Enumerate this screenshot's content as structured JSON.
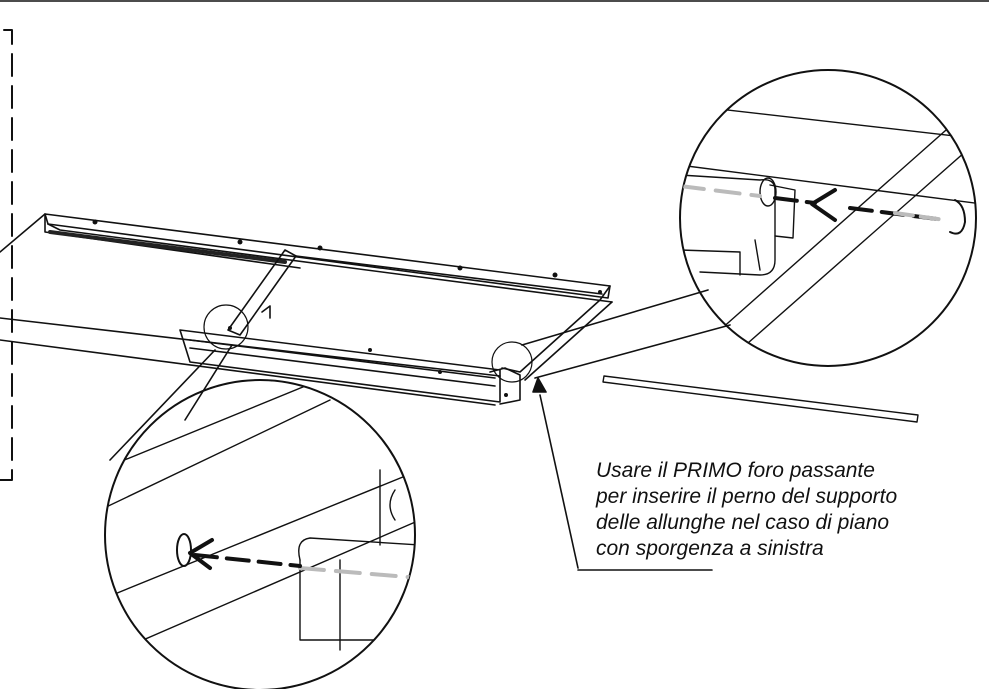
{
  "instruction": {
    "lines": [
      "Usare il PRIMO foro passante",
      "per inserire il perno del supporto",
      "delle allunghe nel caso di piano",
      "con sporgenza a sinistra"
    ]
  },
  "colors": {
    "ink": "#111111",
    "dashed_guide": "#bbbbbb",
    "background": "#ffffff"
  },
  "icons": {
    "insertion_arrow": "arrow-left-dashed"
  }
}
